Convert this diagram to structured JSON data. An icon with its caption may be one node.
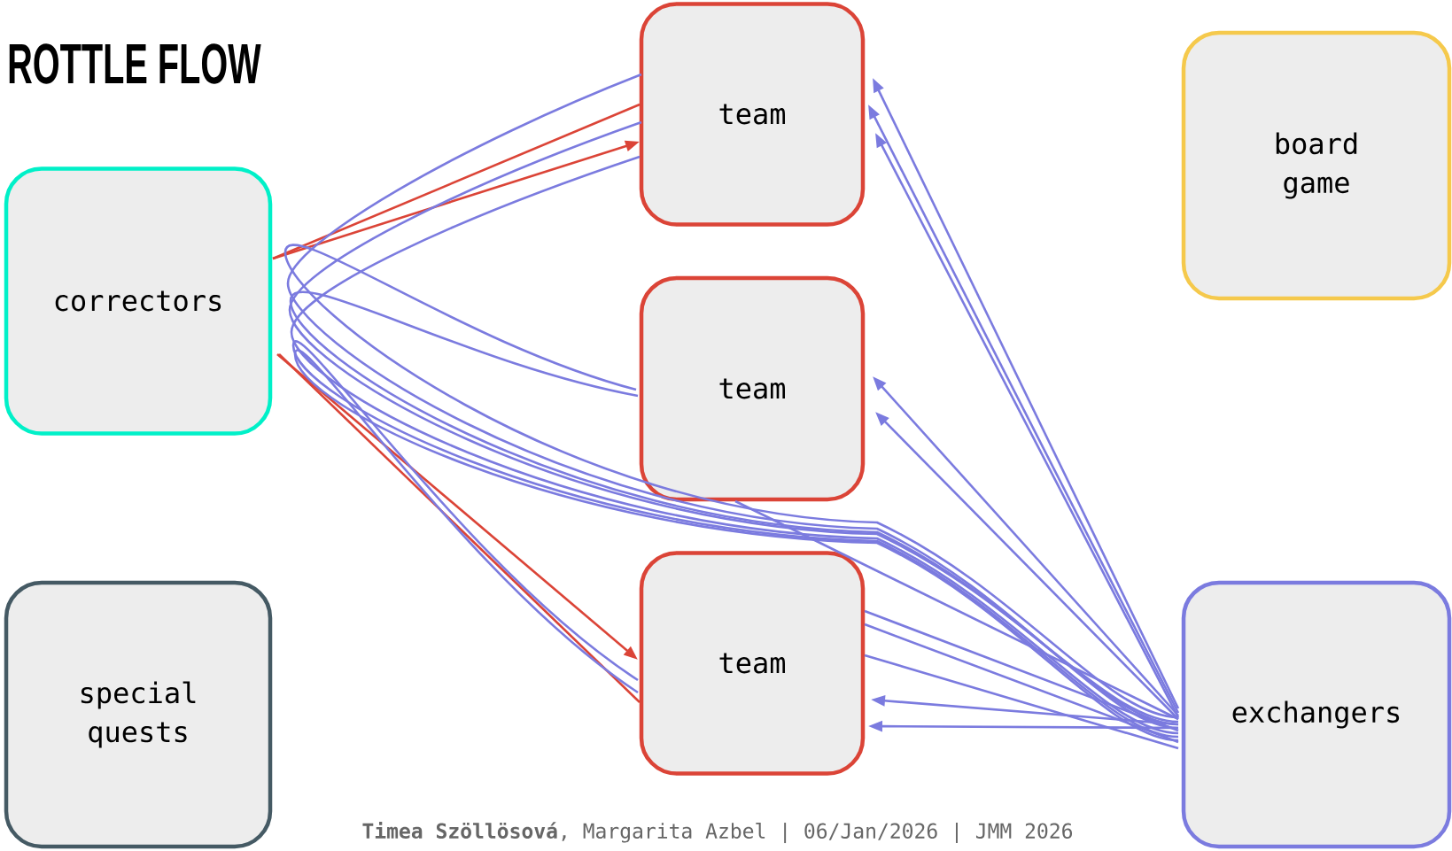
{
  "diagram": {
    "title": "ROTTLE FLOW",
    "nodes": [
      {
        "text": [
          "correctors"
        ]
      },
      {
        "text": [
          "team"
        ]
      },
      {
        "text": [
          "board game"
        ]
      },
      {
        "text": [
          "team"
        ]
      },
      {
        "text": [
          "special quests"
        ]
      },
      {
        "text": [
          "team"
        ]
      },
      {
        "text": [
          "exchangers"
        ]
      }
    ],
    "edges": [
      {
        "from": 0,
        "to": 1,
        "arrow": "to",
        "color": "#db4437"
      },
      {
        "from": 0,
        "to": 5,
        "arrow": "to",
        "color": "#db4437"
      },
      {
        "from": 1,
        "to": 0,
        "arrow": "none",
        "color": "#db4437"
      },
      {
        "from": 5,
        "to": 0,
        "arrow": "none",
        "color": "#db4437"
      },
      {
        "from": 1,
        "to": 6,
        "arrow": "none"
      },
      {
        "from": 1,
        "to": 6,
        "arrow": "none"
      },
      {
        "from": 1,
        "to": 6,
        "arrow": "none"
      },
      {
        "from": 3,
        "to": 6,
        "arrow": "none"
      },
      {
        "from": 3,
        "to": 6,
        "arrow": "none"
      },
      {
        "from": 5,
        "to": 6,
        "arrow": "none"
      },
      {
        "from": 5,
        "to": 6,
        "arrow": "none"
      },
      {
        "from": 3,
        "to": 6,
        "arrow": "none"
      },
      {
        "from": 5,
        "to": 6,
        "arrow": "none"
      },
      {
        "from": 5,
        "to": 6,
        "arrow": "none"
      },
      {
        "from": 5,
        "to": 6,
        "arrow": "none"
      },
      {
        "from": 6,
        "to": 1,
        "arrow": "to"
      },
      {
        "from": 6,
        "to": 1,
        "arrow": "to"
      },
      {
        "from": 6,
        "to": 1,
        "arrow": "to"
      },
      {
        "from": 6,
        "to": 3,
        "arrow": "to"
      },
      {
        "from": 6,
        "to": 3,
        "arrow": "to"
      },
      {
        "from": 6,
        "to": 5,
        "arrow": "to"
      },
      {
        "from": 6,
        "to": 5,
        "arrow": "to"
      }
    ],
    "labels": [
      "**Timea Szöllösová**, Margarita Azbel | 06/Jan/2026 | JMM 2026"
    ]
  }
}
